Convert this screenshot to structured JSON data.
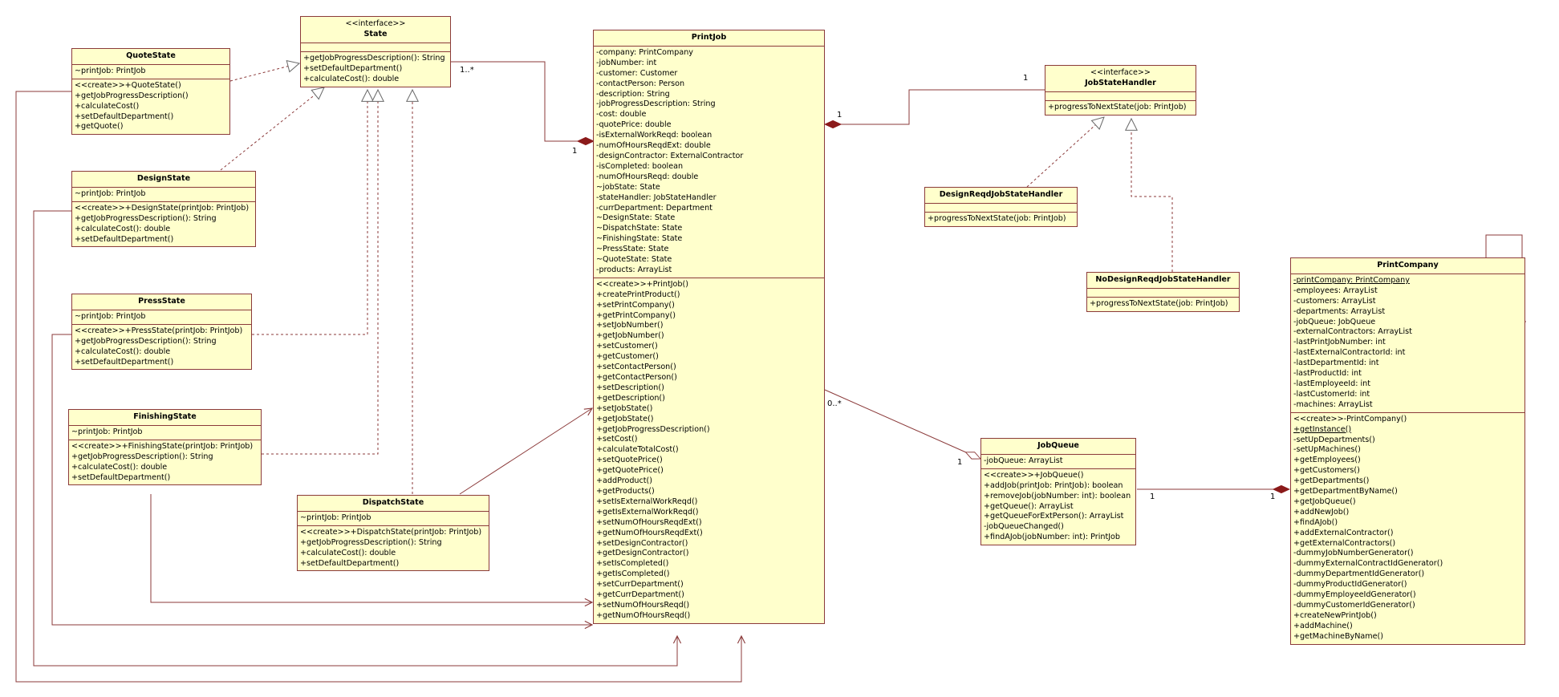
{
  "classes": {
    "state": {
      "stereotype": "<<interface>>",
      "name": "State",
      "attributes": [],
      "operations": [
        "+getJobProgressDescription(): String",
        "+setDefaultDepartment()",
        "+calculateCost(): double"
      ]
    },
    "quote_state": {
      "name": "QuoteState",
      "attributes": [
        "~printJob: PrintJob"
      ],
      "operations": [
        "<<create>>+QuoteState()",
        "+getJobProgressDescription()",
        "+calculateCost()",
        "+setDefaultDepartment()",
        "+getQuote()"
      ]
    },
    "design_state": {
      "name": "DesignState",
      "attributes": [
        "~printJob: PrintJob"
      ],
      "operations": [
        "<<create>>+DesignState(printJob: PrintJob)",
        "+getJobProgressDescription(): String",
        "+calculateCost(): double",
        "+setDefaultDepartment()"
      ]
    },
    "press_state": {
      "name": "PressState",
      "attributes": [
        "~printJob: PrintJob"
      ],
      "operations": [
        "<<create>>+PressState(printJob: PrintJob)",
        "+getJobProgressDescription(): String",
        "+calculateCost(): double",
        "+setDefaultDepartment()"
      ]
    },
    "finishing_state": {
      "name": "FinishingState",
      "attributes": [
        "~printJob: PrintJob"
      ],
      "operations": [
        "<<create>>+FinishingState(printJob: PrintJob)",
        "+getJobProgressDescription(): String",
        "+calculateCost(): double",
        "+setDefaultDepartment()"
      ]
    },
    "dispatch_state": {
      "name": "DispatchState",
      "attributes": [
        "~printJob: PrintJob"
      ],
      "operations": [
        "<<create>>+DispatchState(printJob: PrintJob)",
        "+getJobProgressDescription(): String",
        "+calculateCost(): double",
        "+setDefaultDepartment()"
      ]
    },
    "print_job": {
      "name": "PrintJob",
      "attributes": [
        "-company: PrintCompany",
        "-jobNumber: int",
        "-customer: Customer",
        "-contactPerson: Person",
        "-description: String",
        "-jobProgressDescription: String",
        "-cost: double",
        "-quotePrice: double",
        "-isExternalWorkReqd: boolean",
        "-numOfHoursReqdExt: double",
        "-designContractor: ExternalContractor",
        "-isCompleted: boolean",
        "-numOfHoursReqd: double",
        "~jobState: State",
        "-stateHandler: JobStateHandler",
        "-currDepartment: Department",
        "~DesignState: State",
        "~DispatchState: State",
        "~FinishingState: State",
        "~PressState: State",
        "~QuoteState: State",
        "-products: ArrayList"
      ],
      "operations": [
        "<<create>>+PrintJob()",
        "+createPrintProduct()",
        "+setPrintCompany()",
        "+getPrintCompany()",
        "+setJobNumber()",
        "+getJobNumber()",
        "+setCustomer()",
        "+getCustomer()",
        "+setContactPerson()",
        "+getContactPerson()",
        "+setDescription()",
        "+getDescription()",
        "+setJobState()",
        "+getJobState()",
        "+getJobProgressDescription()",
        "+setCost()",
        "+calculateTotalCost()",
        "+setQuotePrice()",
        "+getQuotePrice()",
        "+addProduct()",
        "+getProducts()",
        "+setIsExternalWorkReqd()",
        "+getIsExternalWorkReqd()",
        "+setNumOfHoursReqdExt()",
        "+getNumOfHoursReqdExt()",
        "+setDesignContractor()",
        "+getDesignContractor()",
        "+setIsCompleted()",
        "+getIsCompleted()",
        "+setCurrDepartment()",
        "+getCurrDepartment()",
        "+setNumOfHoursReqd()",
        "+getNumOfHoursReqd()"
      ]
    },
    "job_state_handler": {
      "stereotype": "<<interface>>",
      "name": "JobStateHandler",
      "attributes": [],
      "operations": [
        "+progressToNextState(job: PrintJob)"
      ]
    },
    "design_reqd_handler": {
      "name": "DesignReqdJobStateHandler",
      "attributes": [],
      "operations": [
        "+progressToNextState(job: PrintJob)"
      ]
    },
    "no_design_reqd_handler": {
      "name": "NoDesignReqdJobStateHandler",
      "attributes": [],
      "operations": [
        "+progressToNextState(job: PrintJob)"
      ]
    },
    "job_queue": {
      "name": "JobQueue",
      "attributes": [
        "-jobQueue: ArrayList"
      ],
      "operations": [
        "<<create>>+JobQueue()",
        "+addJob(printJob: PrintJob): boolean",
        "+removeJob(jobNumber: int): boolean",
        "+getQueue(): ArrayList",
        "+getQueueForExtPerson(): ArrayList",
        "-jobQueueChanged()",
        "+findAJob(jobNumber: int): PrintJob"
      ]
    },
    "print_company": {
      "name": "PrintCompany",
      "attributes": [
        "-printCompany: PrintCompany",
        "-employees: ArrayList",
        "-customers: ArrayList",
        "-departments: ArrayList",
        "-jobQueue: JobQueue",
        "-externalContractors: ArrayList",
        "-lastPrintJobNumber: int",
        "-lastExternalContractorId: int",
        "-lastDepartmentId: int",
        "-lastProductId: int",
        "-lastEmployeeId: int",
        "-lastCustomerId: int",
        "-machines: ArrayList"
      ],
      "operations": [
        "<<create>>-PrintCompany()",
        "+getInstance()",
        "-setUpDepartments()",
        "-setUpMachines()",
        "+getEmployees()",
        "+getCustomers()",
        "+getDepartments()",
        "+getDepartmentByName()",
        "+getJobQueue()",
        "+addNewJob()",
        "+findAJob()",
        "+addExternalContractor()",
        "+getExternalContractors()",
        "-dummyJobNumberGenerator()",
        "-dummyExternalContractIdGenerator()",
        "-dummyDepartmentIdGenerator()",
        "-dummyProductIdGenerator()",
        "-dummyEmployeeIdGenerator()",
        "-dummyCustomerIdGenerator()",
        "+createNewPrintJob()",
        "+addMachine()",
        "+getMachineByName()"
      ]
    }
  },
  "multiplicities": {
    "state_printjob_state_end": "1..*",
    "state_printjob_printjob_end": "1",
    "printjob_handler_printjob_end": "1",
    "printjob_handler_handler_end": "1",
    "printjob_queue_printjob_end": "0..*",
    "printjob_queue_queue_end": "1",
    "queue_company_queue_end": "1",
    "queue_company_company_end": "1"
  },
  "colors": {
    "class_fill": "#ffffcc",
    "class_border": "#8b3a3a",
    "line": "#8b3a3a"
  }
}
